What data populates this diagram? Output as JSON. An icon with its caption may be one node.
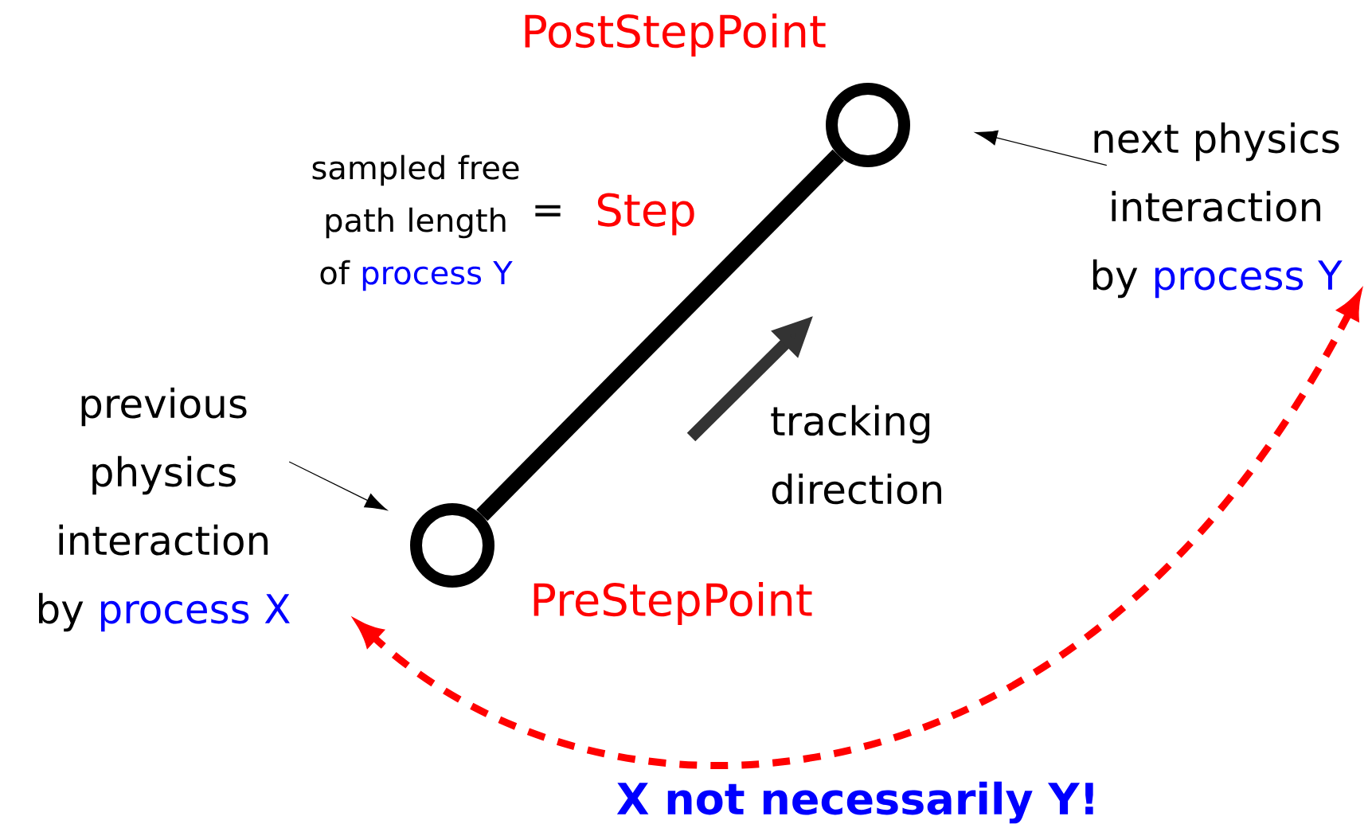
{
  "diagram": {
    "nodes": [
      {
        "text": [],
        "shape": "circle",
        "beside": [
          "PostStepPoint"
        ]
      },
      {
        "text": [],
        "shape": "circle",
        "beside": [
          "PreStepPoint"
        ]
      },
      {
        "text": [
          "previous physics interaction by",
          "process X"
        ]
      },
      {
        "text": [
          "next physics interaction by",
          "process Y"
        ]
      }
    ],
    "edges": [
      {
        "from": 1,
        "to": 0,
        "arrow": "none",
        "style": "thick"
      },
      {
        "from": 2,
        "to": 1,
        "arrow": "to"
      },
      {
        "from": 3,
        "to": 0,
        "arrow": "to"
      },
      {
        "from": 3,
        "to": 2,
        "arrow": "both",
        "style": "dashed",
        "color": "#ff0000"
      }
    ],
    "labels": [
      "sampled free path length of",
      "process Y",
      "=",
      "Step",
      "tracking direction",
      "X not necessarily Y!"
    ]
  }
}
